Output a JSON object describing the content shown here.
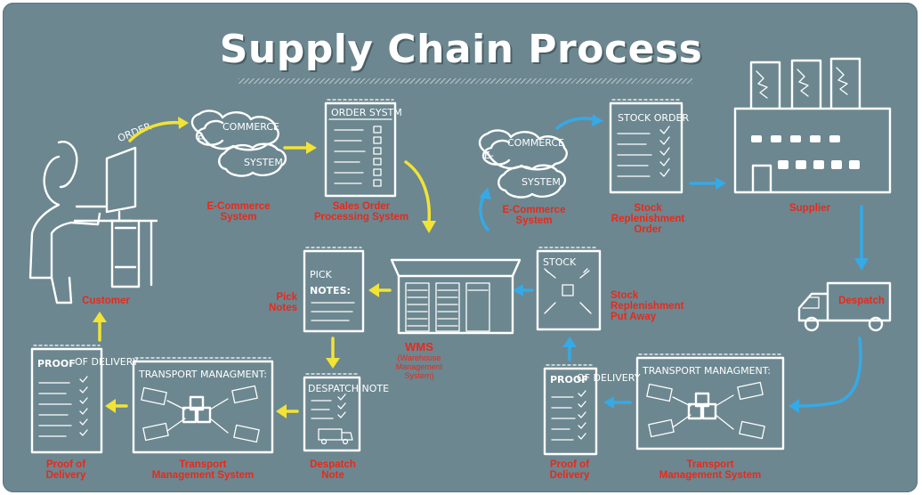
{
  "title": "Supply Chain Process",
  "order_word": "ORDER",
  "sketch_text": {
    "ecommerce_e": "E-",
    "ecommerce_commerce": "COMMERCE",
    "ecommerce_system": "SYSTEM",
    "order_system": "ORDER SYSTM",
    "stock_order": "STOCK ORDER",
    "pick": "PICK",
    "notes": "NOTES:",
    "stock_putaway": "STOCK",
    "despatch_note": "DESPATCH NOTE",
    "proof": "PROOF",
    "of_delivery": "OF DELIVERY",
    "transport_management": "TRANSPORT MANAGMENT:"
  },
  "labels": {
    "customer": "Customer",
    "ecommerce_1_line1": "E-Commerce",
    "ecommerce_1_line2": "System",
    "sales_order_line1": "Sales Order",
    "sales_order_line2": "Processing System",
    "ecommerce_2_line1": "E-Commerce",
    "ecommerce_2_line2": "System",
    "stock_repl_line1": "Stock",
    "stock_repl_line2": "Replenishment",
    "stock_repl_line3": "Order",
    "supplier": "Supplier",
    "despatch": "Despatch",
    "pick_notes_line1": "Pick",
    "pick_notes_line2": "Notes",
    "wms": "WMS",
    "wms_sub_line1": "(Warehouse",
    "wms_sub_line2": "Management",
    "wms_sub_line3": "System)",
    "stock_putaway_line1": "Stock",
    "stock_putaway_line2": "Replenishment",
    "stock_putaway_line3": "Put Away",
    "proof_left_line1": "Proof of",
    "proof_left_line2": "Delivery",
    "tms_left_line1": "Transport",
    "tms_left_line2": "Management System",
    "despatch_note_line1": "Despatch",
    "despatch_note_line2": "Note",
    "proof_right_line1": "Proof of",
    "proof_right_line2": "Delivery",
    "tms_right_line1": "Transport",
    "tms_right_line2": "Management System"
  },
  "colors": {
    "background": "#6c8790",
    "label_red": "#e8291c",
    "arrow_yellow": "#f2e335",
    "arrow_blue": "#36a9e6",
    "ink_white": "#ffffff"
  }
}
